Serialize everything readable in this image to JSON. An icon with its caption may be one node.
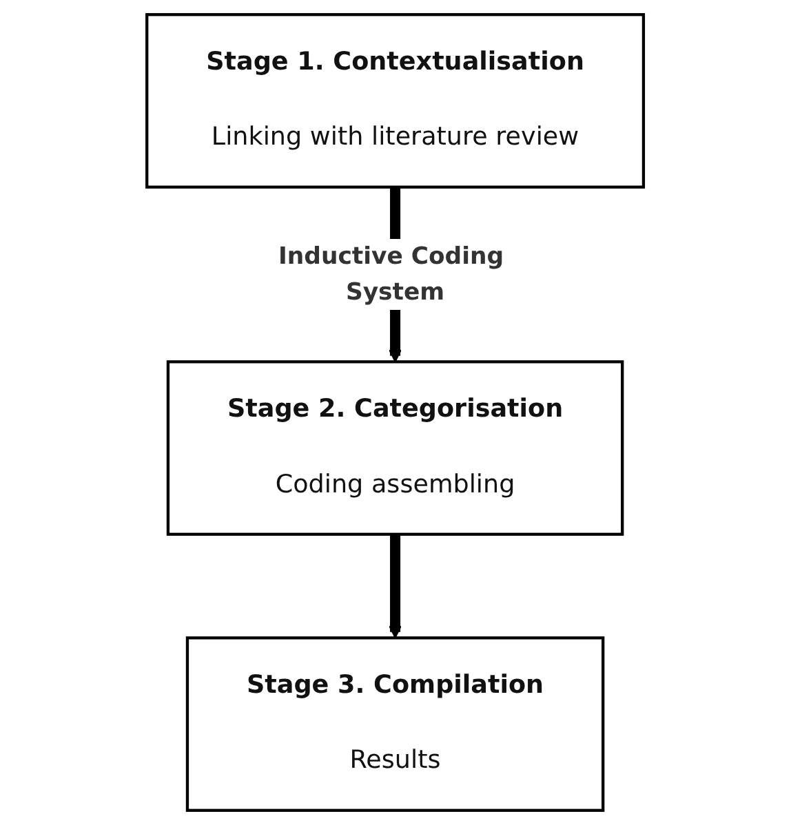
{
  "diagram": {
    "nodes": [
      {
        "text": [
          "Stage 1. Contextualisation",
          "Linking with literature review"
        ]
      },
      {
        "text": [
          "Stage 2. Categorisation",
          "Coding assembling"
        ]
      },
      {
        "text": [
          "Stage 3. Compilation",
          "Results"
        ]
      }
    ],
    "edges": [
      {
        "from": 0,
        "to": 1,
        "arrow": "to",
        "label": "Inductive Coding System"
      },
      {
        "from": 1,
        "to": 2,
        "arrow": "to"
      }
    ]
  }
}
